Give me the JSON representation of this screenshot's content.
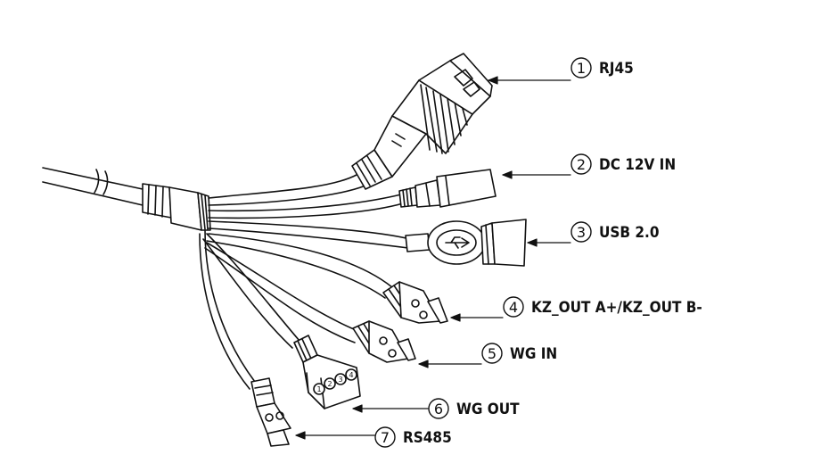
{
  "callouts": [
    {
      "number": "1",
      "label": "RJ45"
    },
    {
      "number": "2",
      "label": "DC 12V IN"
    },
    {
      "number": "3",
      "label": "USB 2.0"
    },
    {
      "number": "4",
      "label": "KZ_OUT A+/KZ_OUT B-"
    },
    {
      "number": "5",
      "label": "WG IN"
    },
    {
      "number": "6",
      "label": "WG OUT"
    },
    {
      "number": "7",
      "label": "RS485"
    }
  ],
  "terminal_block_numbers": [
    "1",
    "2",
    "3",
    "4"
  ],
  "colors": {
    "line": "#111111",
    "background": "#ffffff"
  }
}
